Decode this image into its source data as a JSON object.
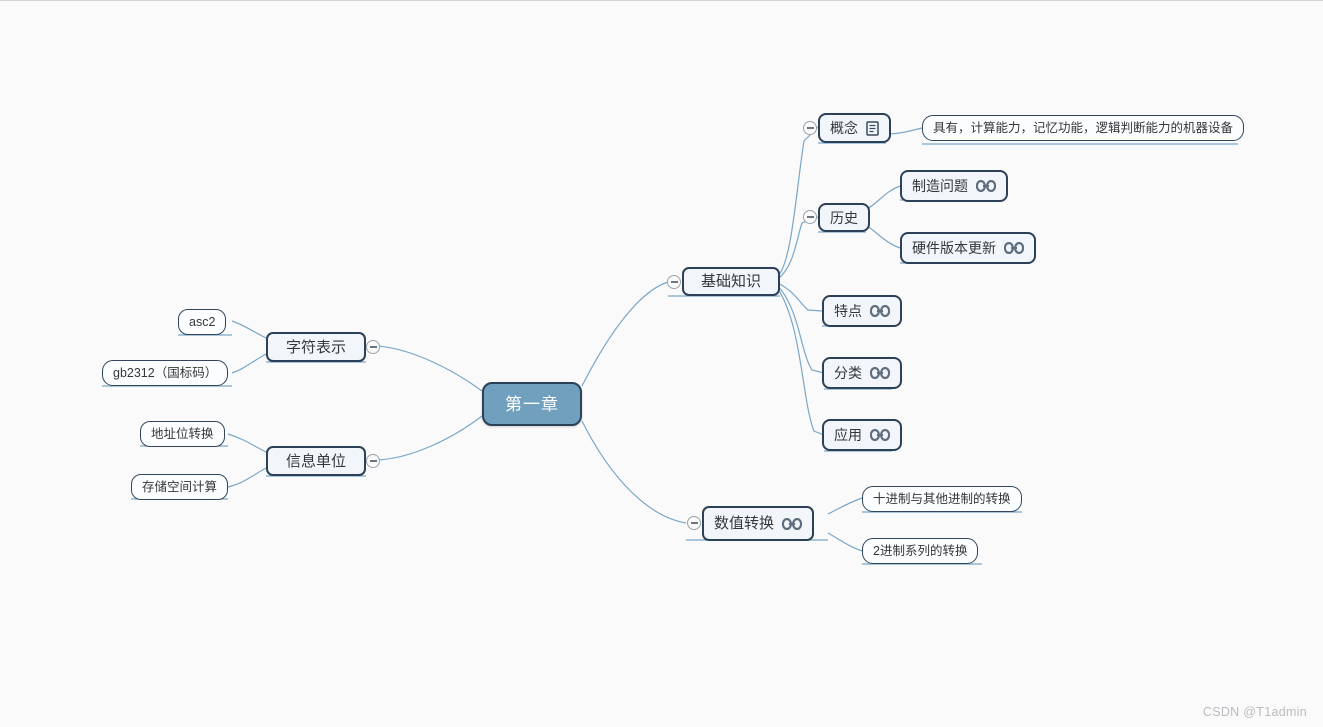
{
  "canvas": {
    "background": "#fafafa",
    "edge_color": "#7ba7c7",
    "node_border": "#2c4057",
    "root_fill": "#71a0bf",
    "branch_fill": "#f2f6fa",
    "watermark": "CSDN @T1admin"
  },
  "mindmap": {
    "root": {
      "label": "第一章"
    },
    "branches": [
      {
        "id": "basics",
        "label": "基础知识",
        "icon": "",
        "toggle": "collapse-toggle-minus",
        "children": [
          {
            "label": "概念",
            "icon": "note-icon",
            "toggle": "collapse-toggle-minus",
            "children": [
              {
                "label": "具有，计算能力，记忆功能，逻辑判断能力的机器设备",
                "icon": ""
              }
            ]
          },
          {
            "label": "历史",
            "icon": "",
            "toggle": "collapse-toggle-minus",
            "children": [
              {
                "label": "制造问题",
                "icon": "link-icon"
              },
              {
                "label": "硬件版本更新",
                "icon": "link-icon"
              }
            ]
          },
          {
            "label": "特点",
            "icon": "link-icon",
            "children": []
          },
          {
            "label": "分类",
            "icon": "link-icon",
            "children": []
          },
          {
            "label": "应用",
            "icon": "link-icon",
            "children": []
          }
        ]
      },
      {
        "id": "numeric",
        "label": "数值转换",
        "icon": "link-icon",
        "toggle": "collapse-toggle-minus",
        "children": [
          {
            "label": "十进制与其他进制的转换",
            "icon": ""
          },
          {
            "label": "2进制系列的转换",
            "icon": ""
          }
        ]
      },
      {
        "id": "charset",
        "label": "字符表示",
        "icon": "",
        "toggle": "collapse-toggle-minus",
        "children": [
          {
            "label": "asc2",
            "icon": ""
          },
          {
            "label": "gb2312（国标码）",
            "icon": ""
          }
        ]
      },
      {
        "id": "infounit",
        "label": "信息单位",
        "icon": "",
        "toggle": "collapse-toggle-minus",
        "children": [
          {
            "label": "地址位转换",
            "icon": ""
          },
          {
            "label": "存储空间计算",
            "icon": ""
          }
        ]
      }
    ]
  }
}
